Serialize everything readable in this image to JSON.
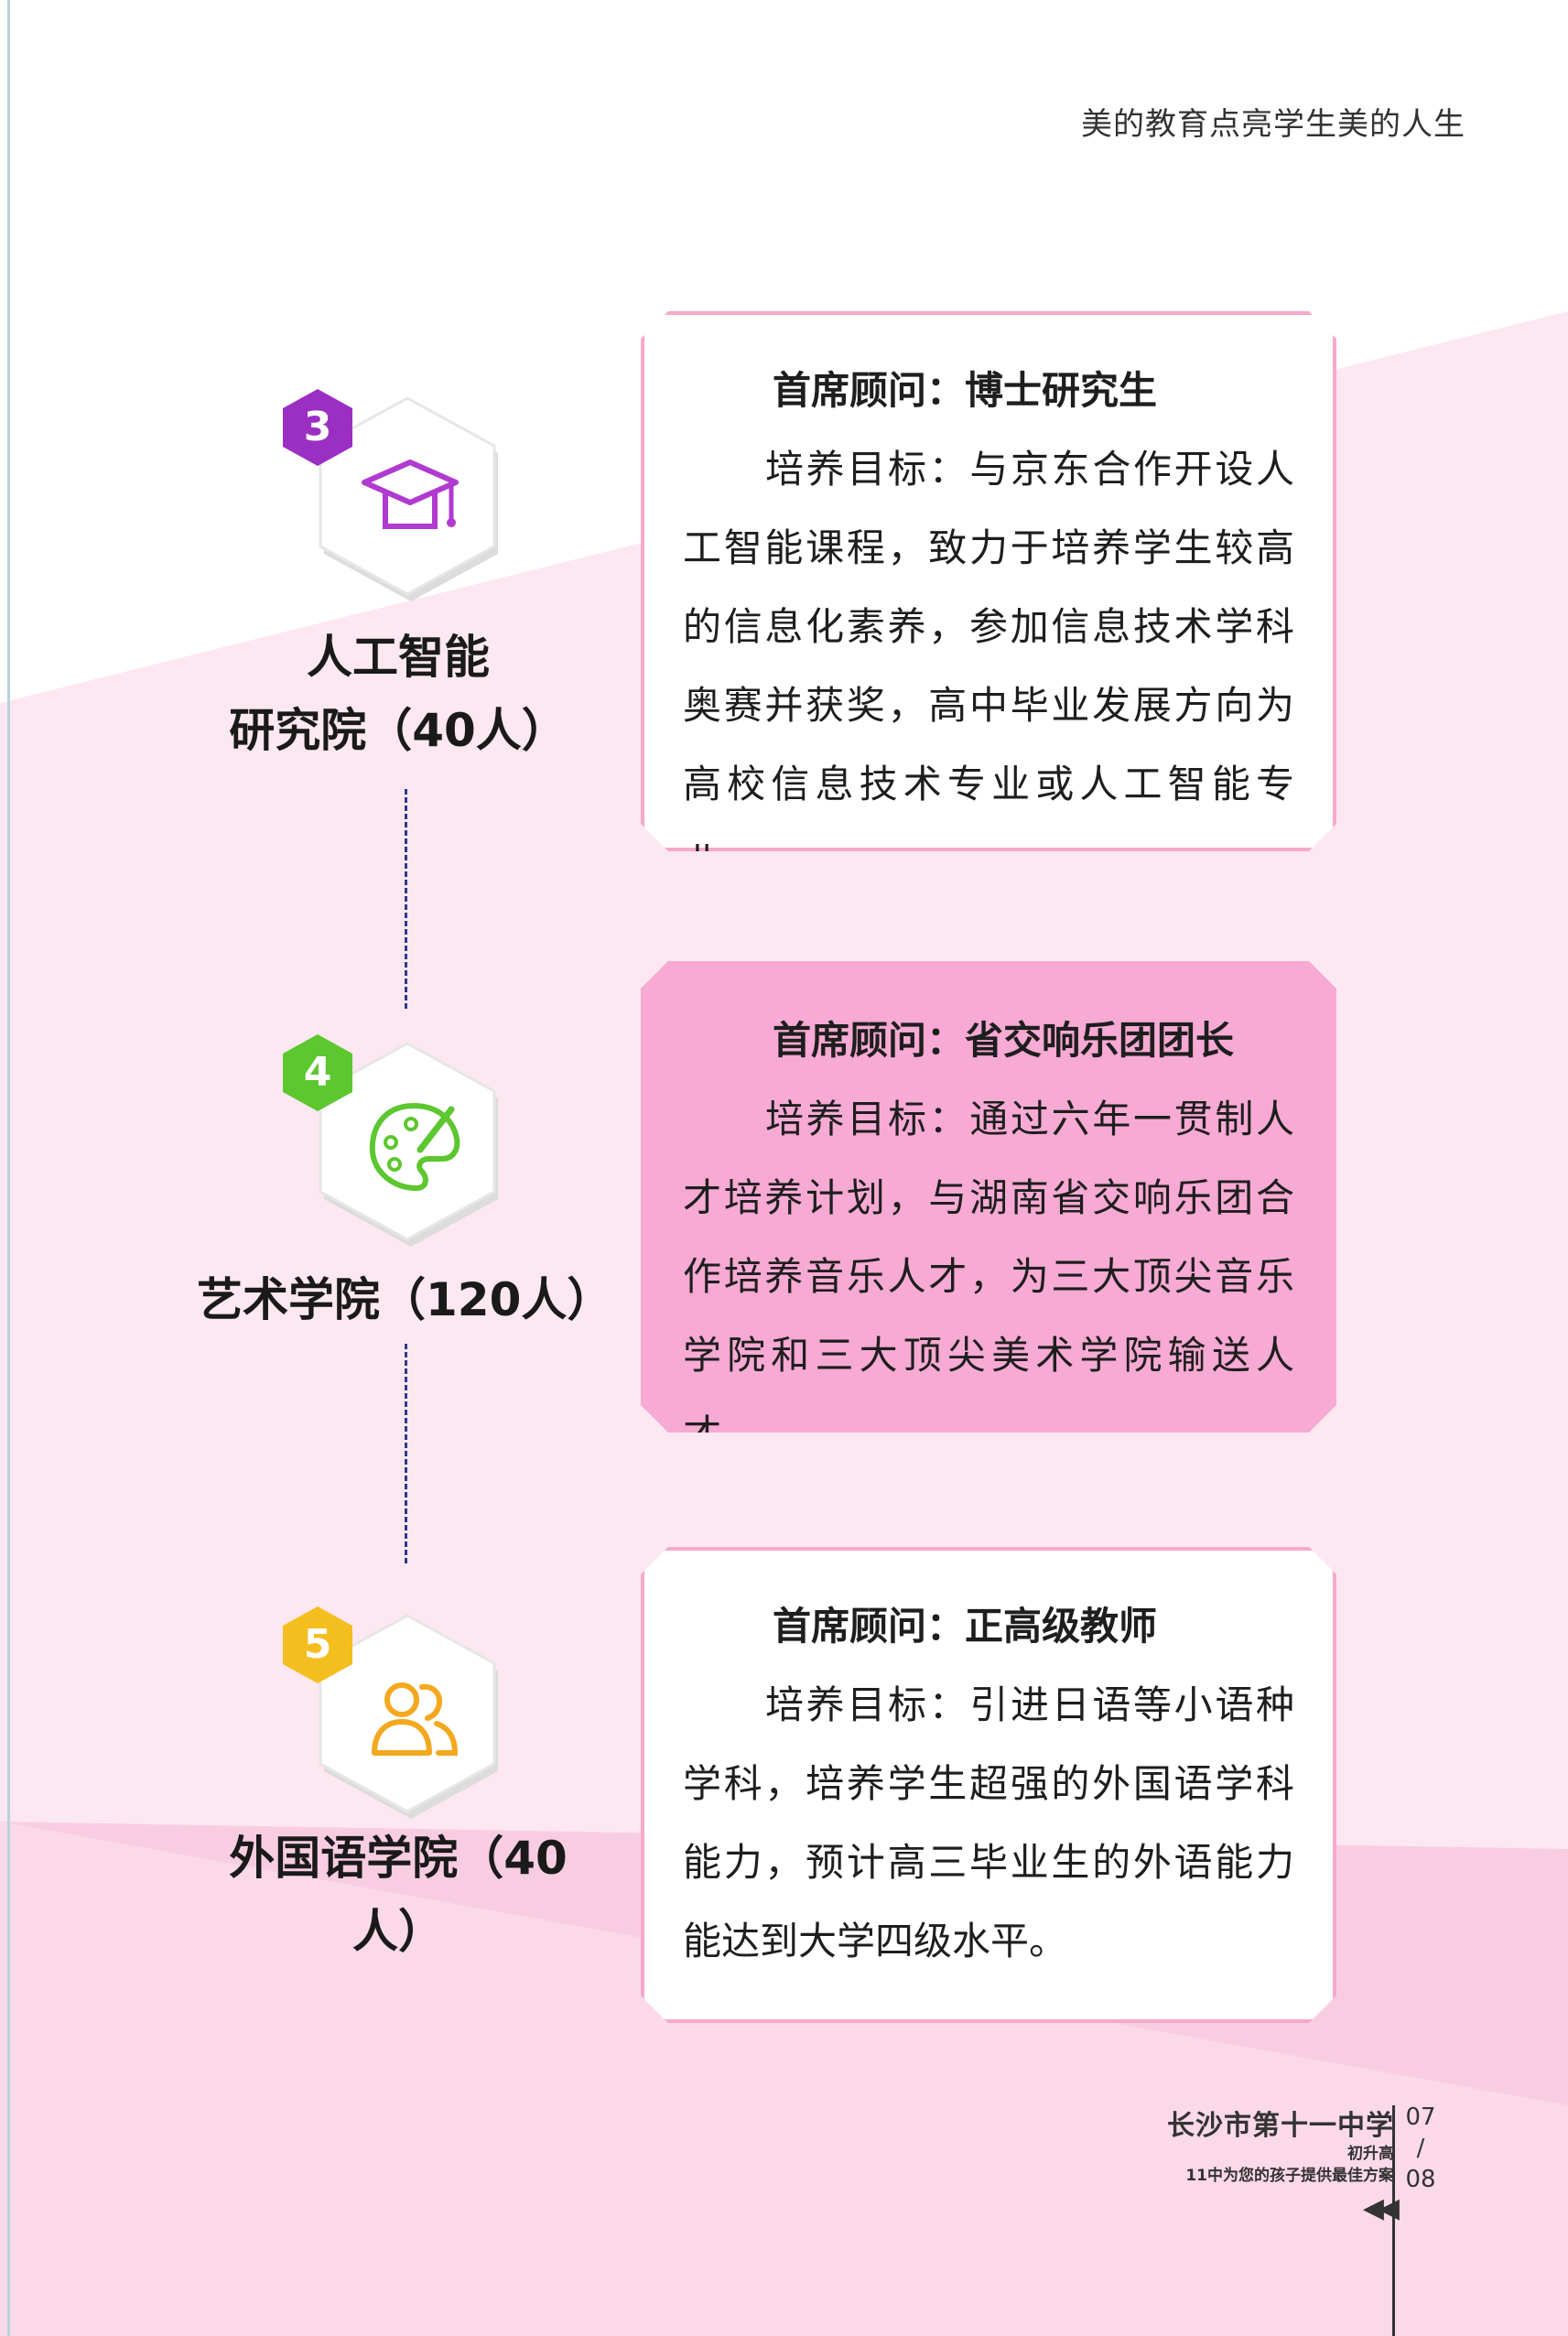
{
  "header": {
    "slogan": "美的教育点亮学生美的人生"
  },
  "colors": {
    "pink": "#f7aad3",
    "pink_border": "#f6a9c8",
    "purple": "#9b2fc3",
    "green": "#5cc72f",
    "yellow": "#f4be1e",
    "dash": "#2a3a8c"
  },
  "colleges": [
    {
      "number": "3",
      "icon": "graduation-cap-icon",
      "name_line1": "人工智能",
      "name_line2": "研究院（40人）",
      "advisor": "首席顾问：博士研究生",
      "goal": "培养目标：与京东合作开设人工智能课程，致力于培养学生较高的信息化素养，参加信息技术学科奥赛并获奖，高中毕业发展方向为高校信息技术专业或人工智能专业。"
    },
    {
      "number": "4",
      "icon": "palette-icon",
      "name_line1": "艺术学院（120人）",
      "advisor": "首席顾问：省交响乐团团长",
      "goal": "培养目标：通过六年一贯制人才培养计划，与湖南省交响乐团合作培养音乐人才，为三大顶尖音乐学院和三大顶尖美术学院输送人才。"
    },
    {
      "number": "5",
      "icon": "users-icon",
      "name_line1": "外国语学院（40人）",
      "advisor": "首席顾问：正高级教师",
      "goal": "培养目标：引进日语等小语种学科，培养学生超强的外国语学科能力，预计高三毕业生的外语能力能达到大学四级水平。"
    }
  ],
  "footer": {
    "school": "长沙市第十一中学",
    "sub1": "初升高",
    "sub2": "11中为您的孩子提供最佳方案",
    "page_top": "07",
    "page_sep": "/",
    "page_bottom": "08"
  }
}
